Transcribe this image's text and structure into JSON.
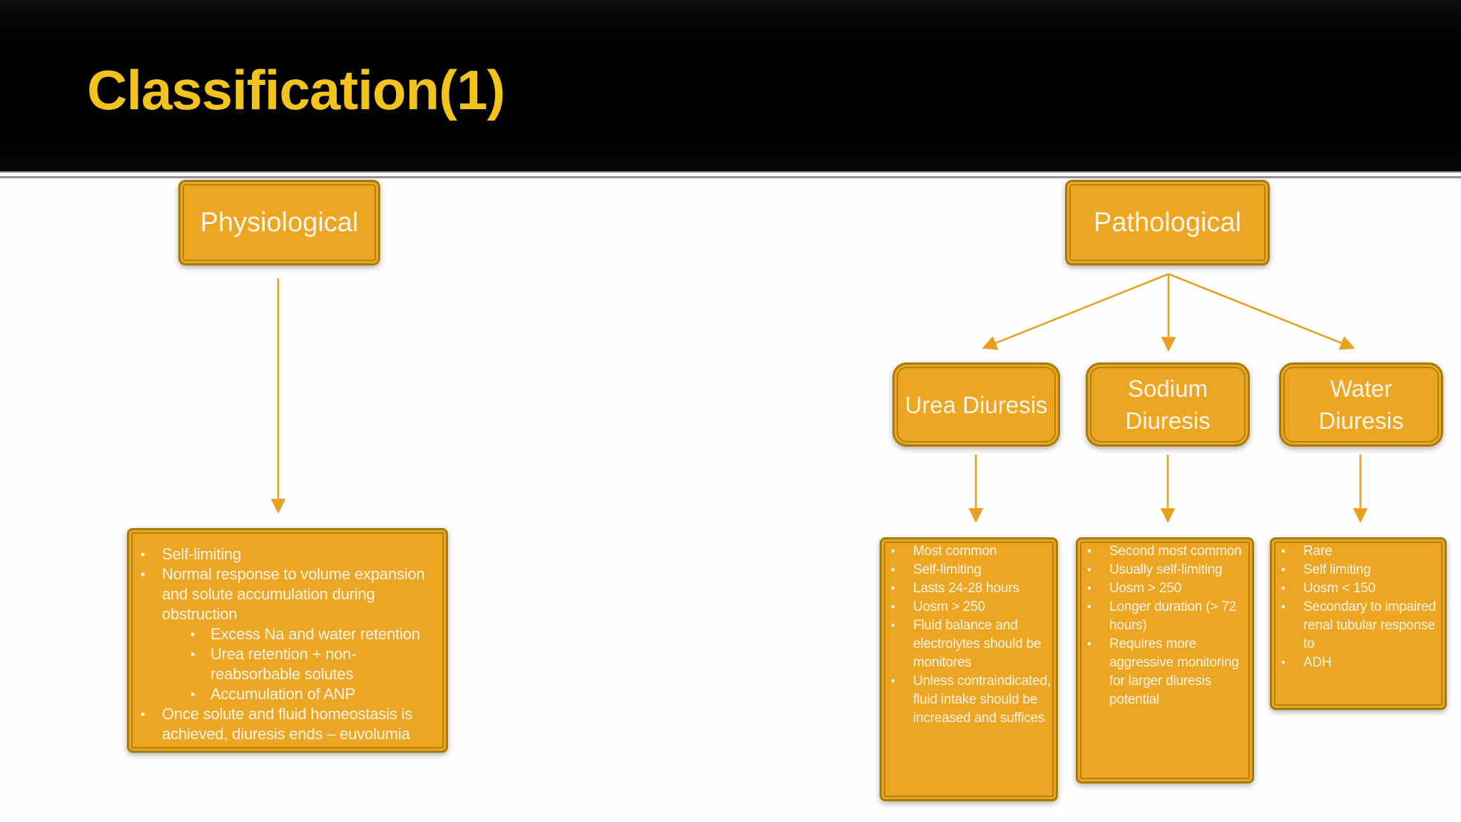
{
  "slide": {
    "title": "Classification(1)"
  },
  "colors": {
    "header_bg": "#000000",
    "title_text": "#F2C31D",
    "box_fill": "#EDA621",
    "box_border": "#A87C0A",
    "arrow": "#E8A11E",
    "box_text": "#F9F4E9",
    "separator": "#8F8F92",
    "page_bg": "#FEFEFE"
  },
  "physiological": {
    "label": "Physiological",
    "bullets": [
      {
        "level": 1,
        "text": "Self-limiting"
      },
      {
        "level": 1,
        "text": "Normal response to volume expansion and solute accumulation during obstruction"
      },
      {
        "level": 2,
        "text": "Excess Na and water retention"
      },
      {
        "level": 2,
        "text": "Urea retention + non-reabsorbable solutes"
      },
      {
        "level": 2,
        "text": "Accumulation of ANP"
      },
      {
        "level": 1,
        "text": "Once solute and fluid homeostasis is achieved, diuresis ends – euvolumia"
      }
    ]
  },
  "pathological": {
    "label": "Pathological",
    "children": [
      {
        "label": "Urea Diuresis",
        "bullets": [
          {
            "level": 1,
            "text": "Most common"
          },
          {
            "level": 1,
            "text": "Self-limiting"
          },
          {
            "level": 1,
            "text": "Lasts 24-28 hours"
          },
          {
            "level": 1,
            "text": "Uosm > 250"
          },
          {
            "level": 1,
            "text": "Fluid balance and electrolytes should be monitores"
          },
          {
            "level": 1,
            "text": "Unless contraindicated, fluid intake should be increased and suffices"
          }
        ]
      },
      {
        "label": "Sodium Diuresis",
        "bullets": [
          {
            "level": 1,
            "text": "Second most common"
          },
          {
            "level": 1,
            "text": "Usually self-limiting"
          },
          {
            "level": 1,
            "text": "Uosm > 250"
          },
          {
            "level": 1,
            "text": "Longer duration (> 72 hours)"
          },
          {
            "level": 1,
            "text": "Requires more aggressive monitoring for larger diuresis potential"
          }
        ]
      },
      {
        "label": "Water Diuresis",
        "bullets": [
          {
            "level": 1,
            "text": "Rare"
          },
          {
            "level": 1,
            "text": "Self limiting"
          },
          {
            "level": 1,
            "text": "Uosm < 150"
          },
          {
            "level": 1,
            "text": "Secondary to impaired renal tubular response to"
          },
          {
            "level": 1,
            "text": "ADH"
          }
        ]
      }
    ]
  }
}
